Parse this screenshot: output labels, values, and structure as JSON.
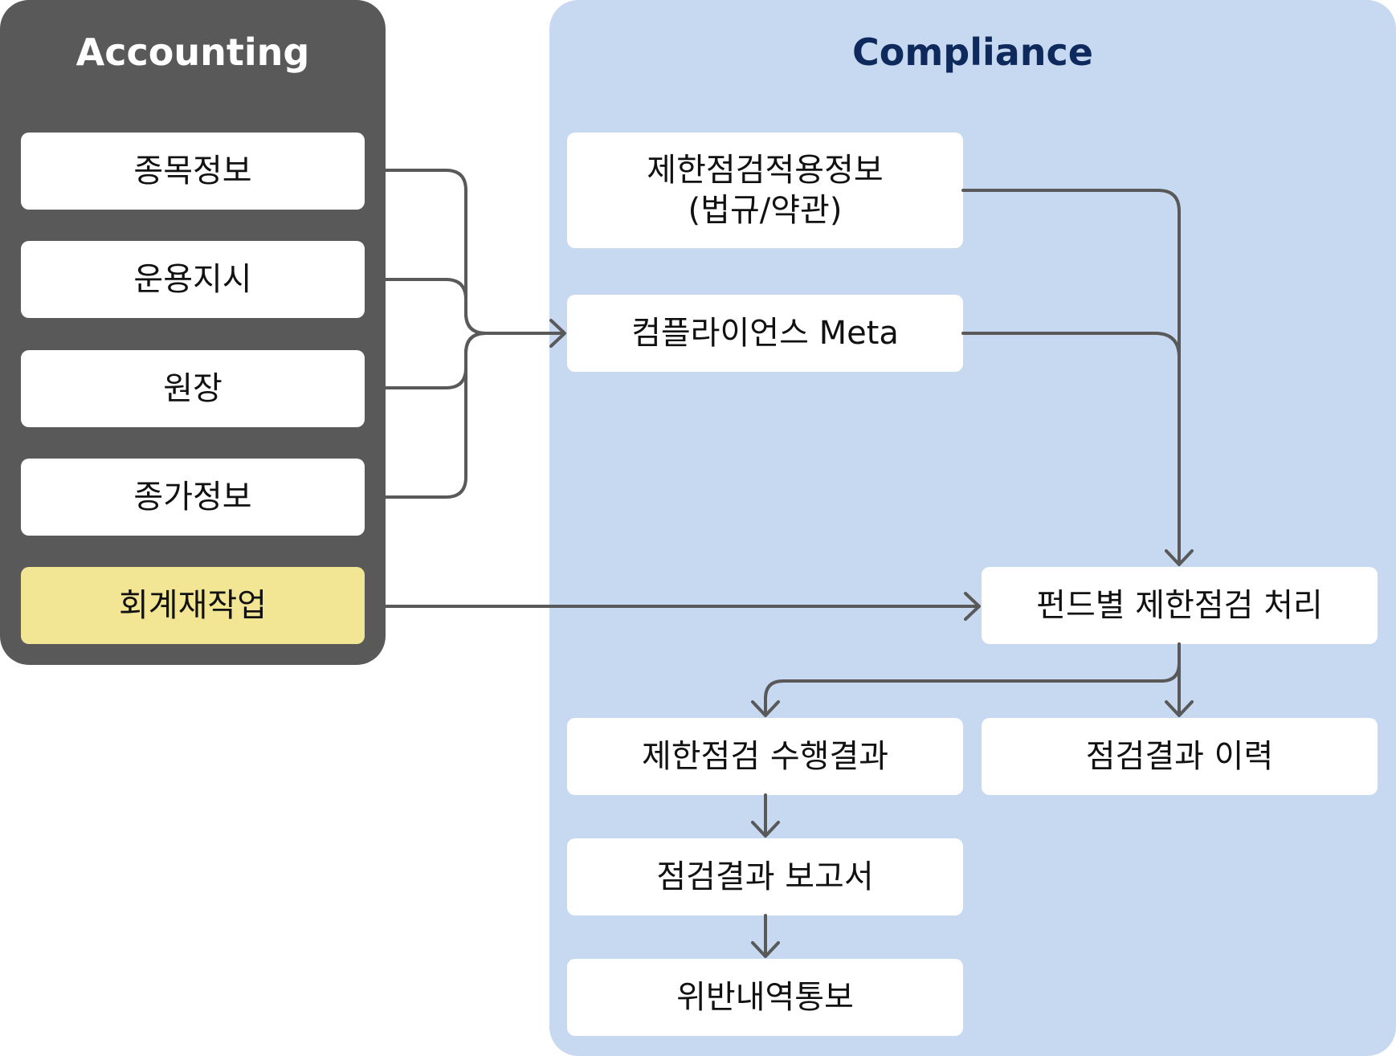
{
  "accounting": {
    "title": "Accounting",
    "items": [
      {
        "label": "종목정보"
      },
      {
        "label": "운용지시"
      },
      {
        "label": "원장"
      },
      {
        "label": "종가정보"
      },
      {
        "label": "회계재작업"
      }
    ]
  },
  "compliance": {
    "title": "Compliance",
    "restriction_info": "제한점검적용정보\n(법규/약관)",
    "meta": "컴플라이언스 Meta",
    "fund_check": "펀드별 제한점검 처리",
    "check_result": "제한점검 수행결과",
    "history": "점검결과 이력",
    "report": "점검결과 보고서",
    "violation": "위반내역통보"
  },
  "colors": {
    "accounting_panel": "#595959",
    "compliance_panel": "#c7d9f1",
    "highlight_box": "#f2e594",
    "connector": "#595959"
  }
}
